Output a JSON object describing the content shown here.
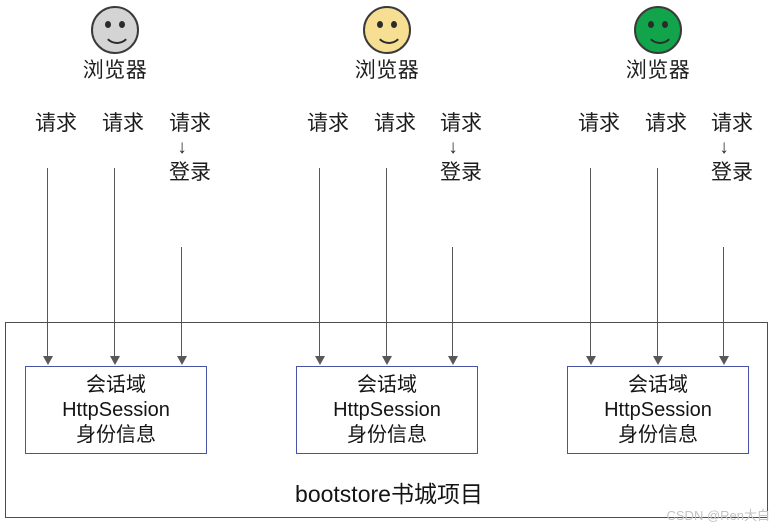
{
  "diagram": {
    "title": "bootstore书城项目",
    "watermark": "CSDN @Ren大白",
    "actors": [
      {
        "label": "浏览器",
        "face_color": "#d4d4d4",
        "icon": "smiley-face-icon"
      },
      {
        "label": "浏览器",
        "face_color": "#f6de93",
        "icon": "smiley-face-icon"
      },
      {
        "label": "浏览器",
        "face_color": "#12a44b",
        "icon": "smiley-face-icon"
      }
    ],
    "request_label": "请求",
    "login_label": "登录",
    "down_arrow": "↓",
    "session_box": {
      "line1": "会话域",
      "line2": "HttpSession",
      "line3": "身份信息"
    },
    "groups": [
      {
        "flows": [
          {
            "label": "请求",
            "has_login": false
          },
          {
            "label": "请求",
            "has_login": false
          },
          {
            "label": "请求",
            "has_login": true
          }
        ]
      },
      {
        "flows": [
          {
            "label": "请求",
            "has_login": false
          },
          {
            "label": "请求",
            "has_login": false
          },
          {
            "label": "请求",
            "has_login": true
          }
        ]
      },
      {
        "flows": [
          {
            "label": "请求",
            "has_login": false
          },
          {
            "label": "请求",
            "has_login": false
          },
          {
            "label": "请求",
            "has_login": true
          }
        ]
      }
    ],
    "colors": {
      "session_border": "#4a52a8",
      "container_border": "#4d4d4d",
      "connector": "#585858"
    }
  }
}
